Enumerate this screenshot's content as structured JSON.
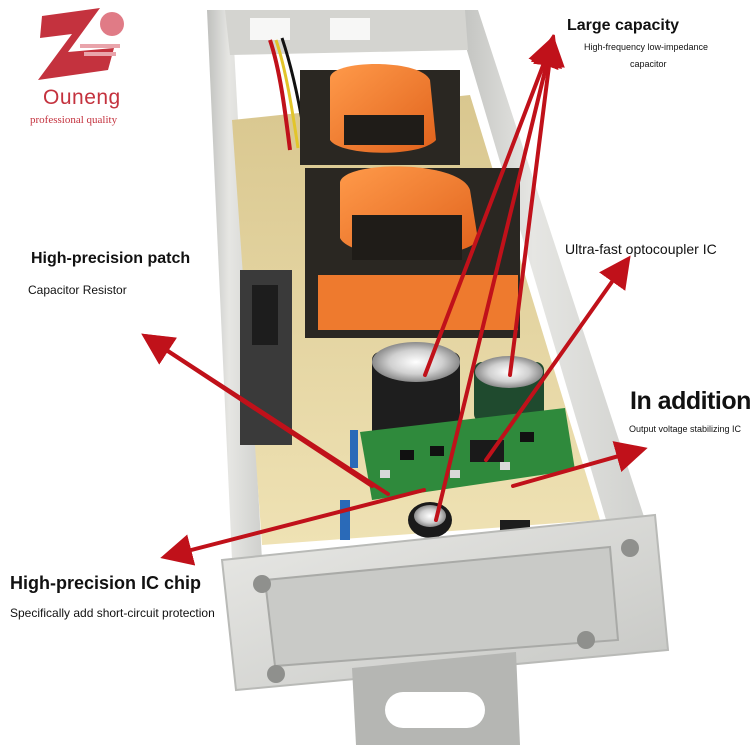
{
  "brand": {
    "name": "Ouneng",
    "tagline": "professional quality",
    "logo_icon": "ouneng-logo-icon",
    "color": "#c4323e"
  },
  "annotations": {
    "large_capacity": {
      "title": "Large capacity",
      "subtitle_line1": "High-frequency low-impedance",
      "subtitle_line2": "capacitor"
    },
    "patch": {
      "title": "High-precision patch",
      "subtitle": "Capacitor Resistor"
    },
    "optocoupler": {
      "title": "Ultra-fast optocoupler IC"
    },
    "addition": {
      "title": "In addition,",
      "subtitle": "Output voltage stabilizing IC"
    },
    "ic_chip": {
      "title": "High-precision IC chip",
      "subtitle": "Specifically add short-circuit protection"
    }
  },
  "colors": {
    "arrow": "#c0111a",
    "housing": "#d9d9d6",
    "pcb": "#e8d9a8",
    "transformer_tape": "#f07a2a",
    "core": "#2a2722",
    "green_board": "#2f8a3c"
  }
}
